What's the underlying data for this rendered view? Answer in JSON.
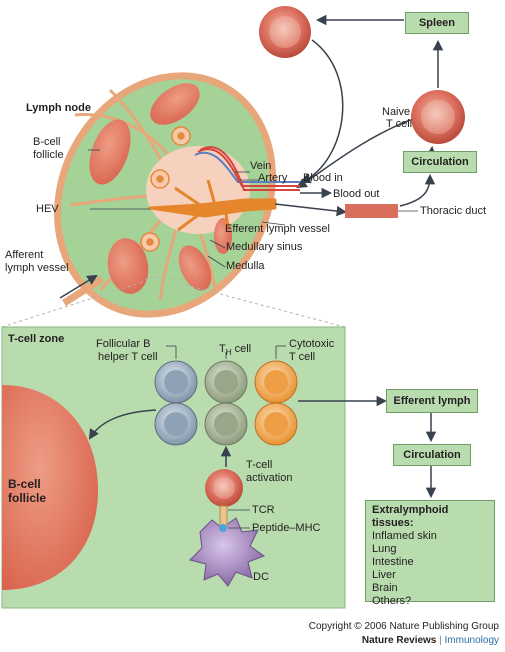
{
  "top": {
    "spleen": "Spleen",
    "naive_t_cell": [
      "Naive",
      "T cell"
    ],
    "circulation": "Circulation",
    "lymph_node": "Lymph node",
    "b_cell_follicle": [
      "B-cell",
      "follicle"
    ],
    "hev": "HEV",
    "afferent": [
      "Afferent",
      "lymph vessel"
    ],
    "vein": "Vein",
    "artery": "Artery",
    "blood_in": "Blood in",
    "blood_out": "Blood out",
    "thoracic_duct": "Thoracic duct",
    "efferent_vessel": "Efferent lymph vessel",
    "medullary_sinus": "Medullary sinus",
    "medulla": "Medulla"
  },
  "zone": {
    "title": "T-cell zone",
    "follicular": [
      "Follicular B",
      "helper T cell"
    ],
    "th_main": "T",
    "th_sub": "H",
    "th_rest": " cell",
    "cytotoxic": [
      "Cytotoxic",
      "T cell"
    ],
    "b_follicle": [
      "B-cell",
      "follicle"
    ],
    "activation": [
      "T-cell",
      "activation"
    ],
    "tcr": "TCR",
    "pmhc": "Peptide–MHC",
    "dc": "DC"
  },
  "flow": {
    "efferent_lymph": "Efferent lymph",
    "circulation": "Circulation",
    "extra_title": "Extralymphoid tissues:",
    "extra_items": [
      "Inflamed skin",
      "Lung",
      "Intestine",
      "Liver",
      "Brain",
      "Others?"
    ]
  },
  "footer": {
    "copyright": "Copyright © 2006 Nature Publishing Group",
    "journal": "Nature Reviews",
    "sep": " | ",
    "section": "Immunology"
  },
  "colors": {
    "green_bg": "#b8dcae",
    "node_green": "#9fd08f",
    "follicle": "#e4826a",
    "medulla": "#f6d2be",
    "vessel": "#e6862c",
    "arrow": "#39414f",
    "brand": "#2a6ea5"
  }
}
